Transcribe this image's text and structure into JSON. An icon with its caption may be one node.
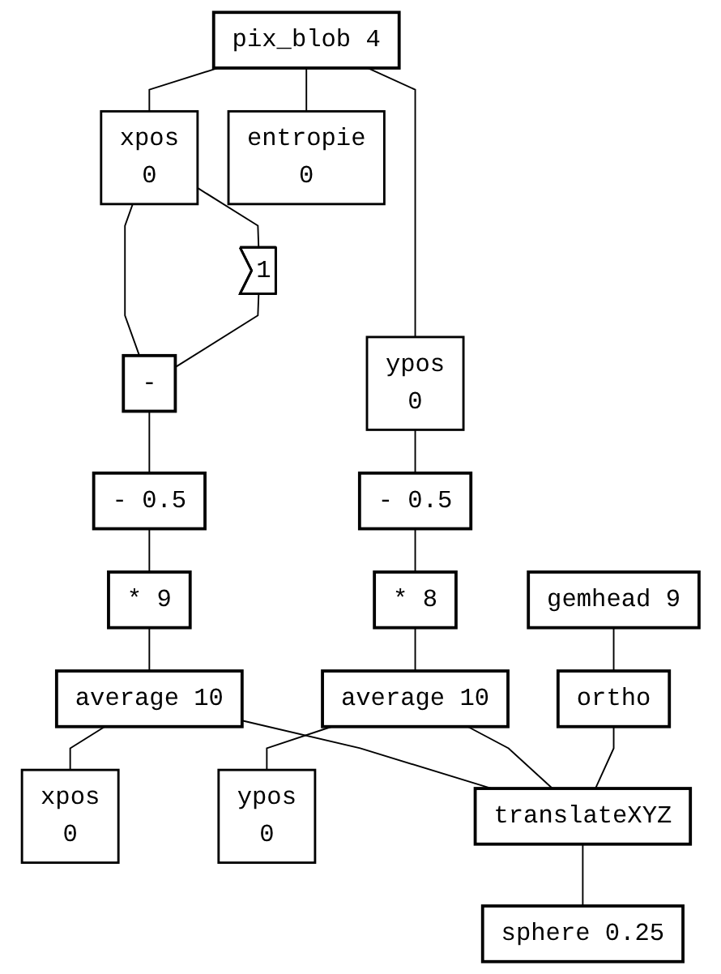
{
  "diagram": {
    "nodes": [
      {
        "text": [
          "pix_blob 4"
        ]
      },
      {
        "text": [
          "xpos",
          "0"
        ]
      },
      {
        "text": [
          "ypos",
          "0"
        ]
      },
      {
        "text": [
          "entropie",
          "0"
        ]
      },
      {
        "text": [
          "1"
        ]
      },
      {
        "text": [
          "-"
        ]
      },
      {
        "text": [
          "- 0.5"
        ]
      },
      {
        "text": [
          "- 0.5"
        ]
      },
      {
        "text": [
          "* 8"
        ]
      },
      {
        "text": [
          "* 9"
        ]
      },
      {
        "text": [
          "average 10"
        ]
      },
      {
        "text": [
          "average 10"
        ]
      },
      {
        "text": [
          "xpos",
          "0"
        ]
      },
      {
        "text": [
          "ypos",
          "0"
        ]
      },
      {
        "text": [
          "gemhead 9"
        ]
      },
      {
        "text": [
          "ortho"
        ]
      },
      {
        "text": [
          "translateXYZ"
        ]
      },
      {
        "text": [
          "sphere 0.25"
        ]
      }
    ],
    "edges": [
      {
        "from": 0,
        "to": 1,
        "arrow": "none"
      },
      {
        "from": 0,
        "to": 2,
        "arrow": "none"
      },
      {
        "from": 0,
        "to": 3,
        "arrow": "none"
      },
      {
        "from": 1,
        "to": 4,
        "arrow": "none"
      },
      {
        "from": 1,
        "to": 5,
        "arrow": "none"
      },
      {
        "from": 4,
        "to": 5,
        "arrow": "none"
      },
      {
        "from": 2,
        "to": 6,
        "arrow": "none"
      },
      {
        "from": 5,
        "to": 7,
        "arrow": "none"
      },
      {
        "from": 6,
        "to": 8,
        "arrow": "none"
      },
      {
        "from": 7,
        "to": 9,
        "arrow": "none"
      },
      {
        "from": 9,
        "to": 10,
        "arrow": "none"
      },
      {
        "from": 8,
        "to": 11,
        "arrow": "none"
      },
      {
        "from": 10,
        "to": 12,
        "arrow": "none"
      },
      {
        "from": 11,
        "to": 13,
        "arrow": "none"
      },
      {
        "from": 10,
        "to": 16,
        "arrow": "none"
      },
      {
        "from": 11,
        "to": 16,
        "arrow": "none"
      },
      {
        "from": 14,
        "to": 15,
        "arrow": "none"
      },
      {
        "from": 15,
        "to": 16,
        "arrow": "none"
      },
      {
        "from": 16,
        "to": 17,
        "arrow": "none"
      }
    ]
  }
}
